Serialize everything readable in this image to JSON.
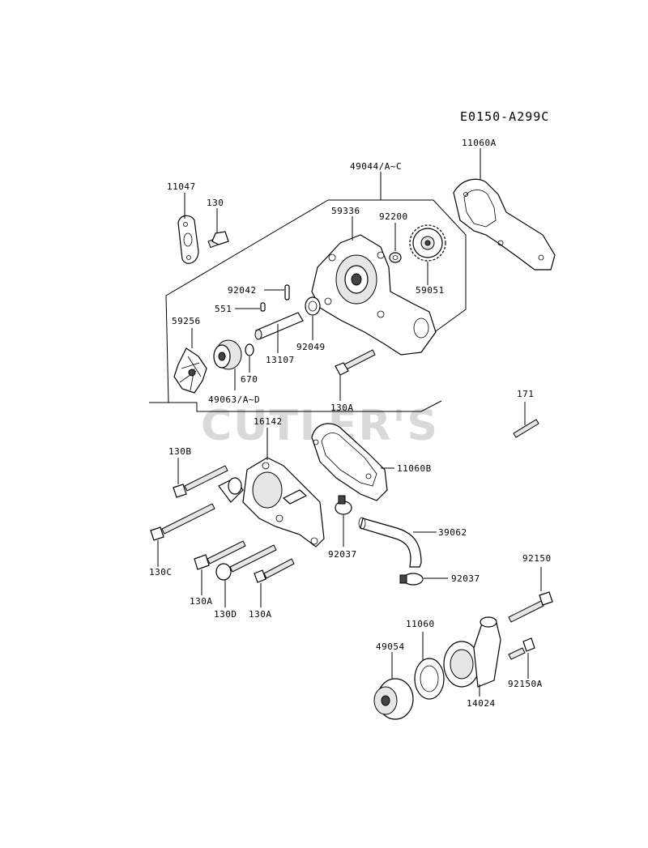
{
  "diagram_code": "E0150-A299C",
  "watermark": "CUTLER'S",
  "labels": {
    "p11060A": "11060A",
    "p49044": "49044/A~C",
    "p11047": "11047",
    "p130_top": "130",
    "p59336": "59336",
    "p92200": "92200",
    "p92042": "92042",
    "p551": "551",
    "p59051": "59051",
    "p59256": "59256",
    "p92049": "92049",
    "p13107": "13107",
    "p670": "670",
    "p49063": "49063/A~D",
    "p130A_mid": "130A",
    "p171": "171",
    "p16142": "16142",
    "p130B": "130B",
    "p11060B": "11060B",
    "p39062": "39062",
    "p92037_a": "92037",
    "p130C": "130C",
    "p92037_b": "92037",
    "p130A_b1": "130A",
    "p130D": "130D",
    "p130A_b2": "130A",
    "p92150": "92150",
    "p11060": "11060",
    "p49054": "49054",
    "p92150A": "92150A",
    "p14024": "14024"
  }
}
